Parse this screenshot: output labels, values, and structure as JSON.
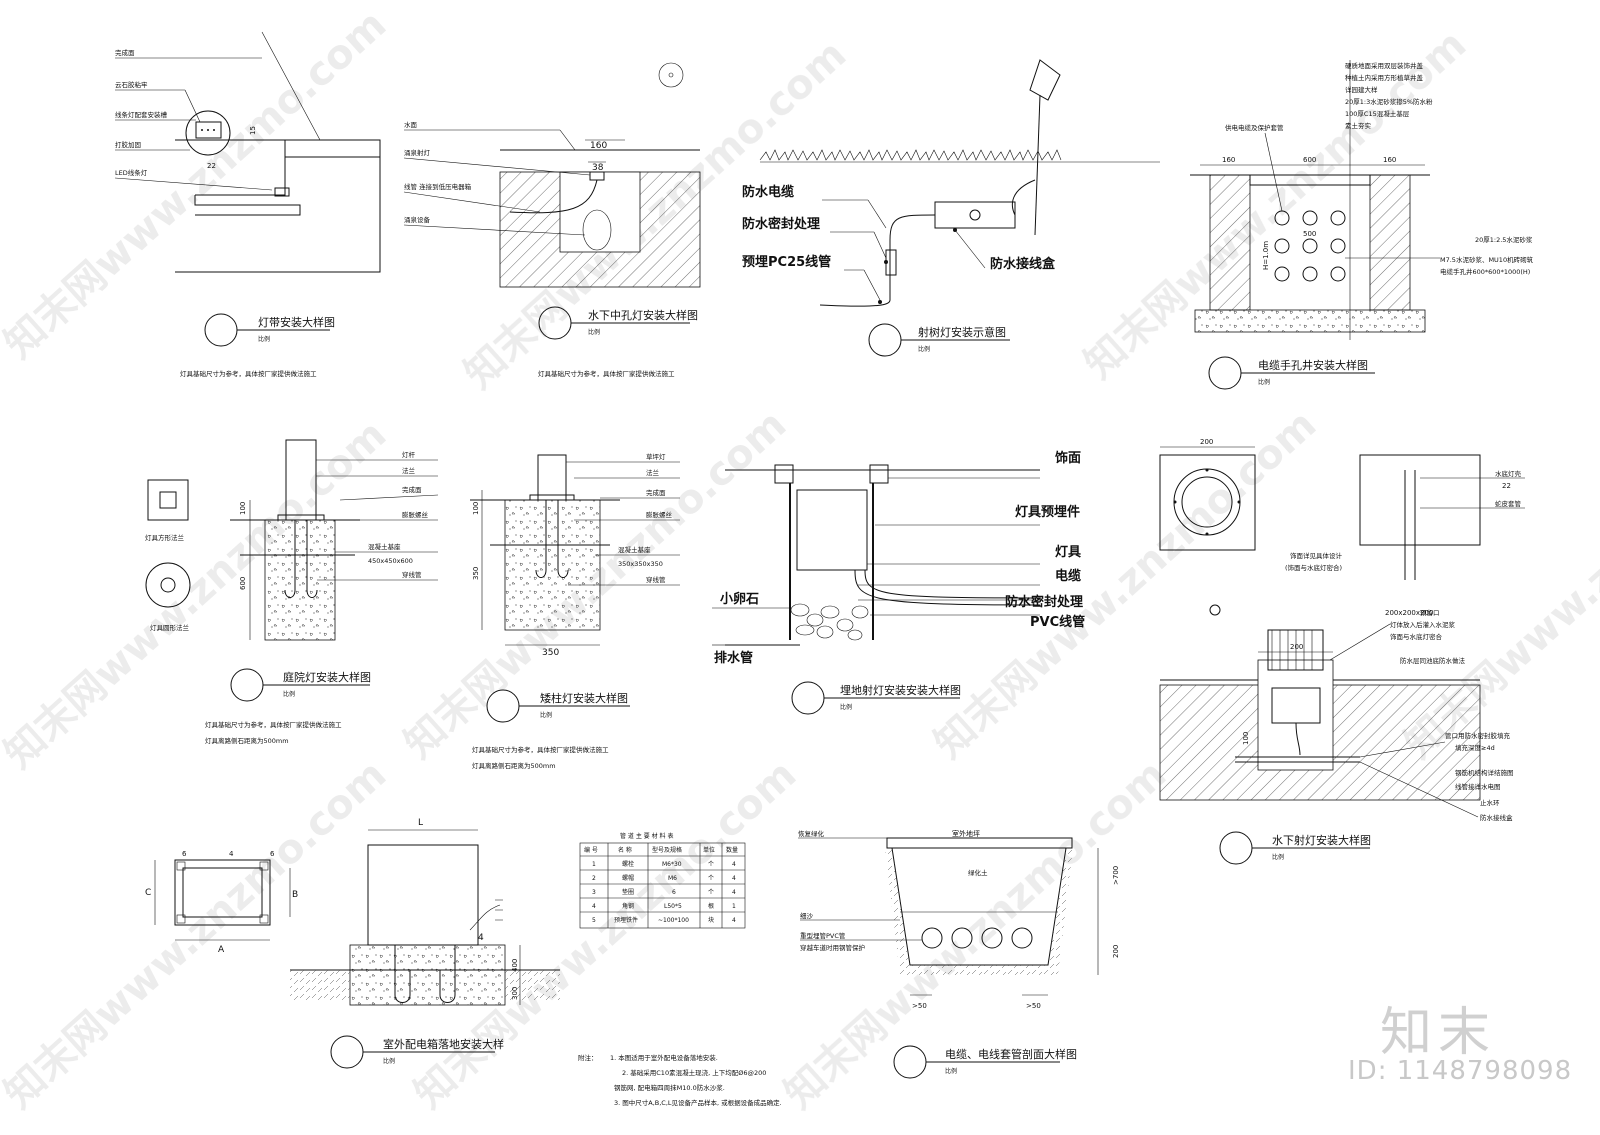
{
  "watermark": {
    "site": "znzmo.com",
    "cn": "知末网www.znzmo.com",
    "brand": "知末",
    "id": "ID: 1148798098"
  },
  "scale_label": "比例",
  "d1": {
    "labels": [
      "完成面",
      "云石胶粘牢",
      "线条灯配套安装槽",
      "打胶加固",
      "LED线条灯"
    ],
    "dims": [
      "15",
      "22"
    ],
    "title": "灯带安装大样图",
    "note": "灯具基础尺寸为参考，具体按厂家提供做法施工"
  },
  "d2": {
    "labels": [
      "水面",
      "涌泉射灯",
      "线管 连接到低压电器箱",
      "涌泉设备"
    ],
    "dims": [
      "160",
      "38"
    ],
    "title": "水下中孔灯安装大样图",
    "note": "灯具基础尺寸为参考，具体按厂家提供做法施工"
  },
  "d3": {
    "labels": [
      "防水电缆",
      "防水密封处理",
      "预埋PC25线管",
      "防水接线盒"
    ],
    "title": "射树灯安装示意图"
  },
  "d4": {
    "labels_top": [
      "硬质地面采用双层装饰井盖",
      "种植土内采用方形植草井盖",
      "详园建大样",
      "20厚1:3水泥砂浆掺5%防水粉",
      "100厚C15混凝土基层",
      "素土夯实"
    ],
    "label_left": "供电电缆及保护套管",
    "labels_right": [
      "20厚1:2.5水泥砂浆",
      "M7.5水泥砂浆、MU10机砖砌筑",
      "电缆手孔井600*600*1000(H)"
    ],
    "dims": [
      "160",
      "600",
      "160",
      "500",
      "H=1.0m"
    ],
    "title": "电缆手孔井安装大样图"
  },
  "d5": {
    "flange_labels": [
      "灯具方形法兰",
      "灯具圆形法兰"
    ],
    "labels": [
      "灯杆",
      "法兰",
      "完成面",
      "膨胀螺丝",
      "混凝土基座",
      "450x450x600",
      "穿线管"
    ],
    "dims": [
      "100",
      "600"
    ],
    "title": "庭院灯安装大样图",
    "notes": [
      "灯具基础尺寸为参考，具体按厂家提供做法施工",
      "灯具离路侧石距离为500mm"
    ]
  },
  "d6": {
    "labels": [
      "草坪灯",
      "法兰",
      "完成面",
      "膨胀螺丝",
      "混凝土基座",
      "350x350x350",
      "穿线管"
    ],
    "dims": [
      "100",
      "350",
      "350"
    ],
    "title": "矮柱灯安装大样图",
    "notes": [
      "灯具基础尺寸为参考，具体按厂家提供做法施工",
      "灯具离路侧石距离为500mm"
    ]
  },
  "d7": {
    "labels_right": [
      "饰面",
      "灯具预埋件",
      "灯具",
      "电缆",
      "防水密封处理",
      "PVC线管"
    ],
    "labels_left": [
      "小卵石",
      "排水管"
    ],
    "title": "埋地射灯安装安装大样图"
  },
  "d8": {
    "dims": [
      "200",
      "22",
      "200",
      "200x200x200",
      "100"
    ],
    "labels_top": [
      "水底灯壳",
      "蛇皮套管"
    ],
    "label_mid": [
      "饰面详见具体设计",
      "(饰面与水底灯密合)"
    ],
    "labels_right": [
      "预留口",
      "灯体放入后灌入水泥浆",
      "饰面与水底灯密合",
      "防水层同池底防水做法",
      "管口用防水密封胶填充",
      "填充深度≥4d",
      "钢筋机结构详结施图",
      "线管接详水电图",
      "止水环",
      "防水接线盒"
    ],
    "title": "水下射灯安装大样图"
  },
  "d9": {
    "dims": [
      "6",
      "4",
      "6",
      "C",
      "B",
      "A",
      "L",
      "4",
      "400",
      "300"
    ],
    "title": "室外配电箱落地安装大样"
  },
  "table": {
    "title": "管 道 主 要 材 料 表",
    "headers": [
      "编 号",
      "名 称",
      "型号及规格",
      "单位",
      "数量"
    ],
    "rows": [
      [
        "1",
        "螺栓",
        "M6*30",
        "个",
        "4"
      ],
      [
        "2",
        "螺帽",
        "M6",
        "个",
        "4"
      ],
      [
        "3",
        "垫圈",
        "6",
        "个",
        "4"
      ],
      [
        "4",
        "角钢",
        "L50*5",
        "根",
        "1"
      ],
      [
        "5",
        "预埋铁件",
        "~100*100",
        "块",
        "4"
      ]
    ],
    "notes_head": "附注：",
    "notes": [
      "1. 本图适用于室外配电设备落地安装.",
      "2. 基础采用C10素混凝土现浇, 上下均配Ø6@200",
      "钢筋网, 配电箱四周抹M10.0防水沙浆.",
      "3. 图中尺寸A,B,C,L见设备产品样本, 或根据设备成品确定."
    ]
  },
  "d10": {
    "labels": [
      "室外地坪",
      "恢复绿化",
      "绿化土",
      "细沙",
      "重型埋管PVC管",
      "穿越车道时用钢管保护"
    ],
    "dims": [
      ">700",
      "200",
      ">50",
      ">50"
    ],
    "title": "电缆、电线套管剖面大样图"
  }
}
